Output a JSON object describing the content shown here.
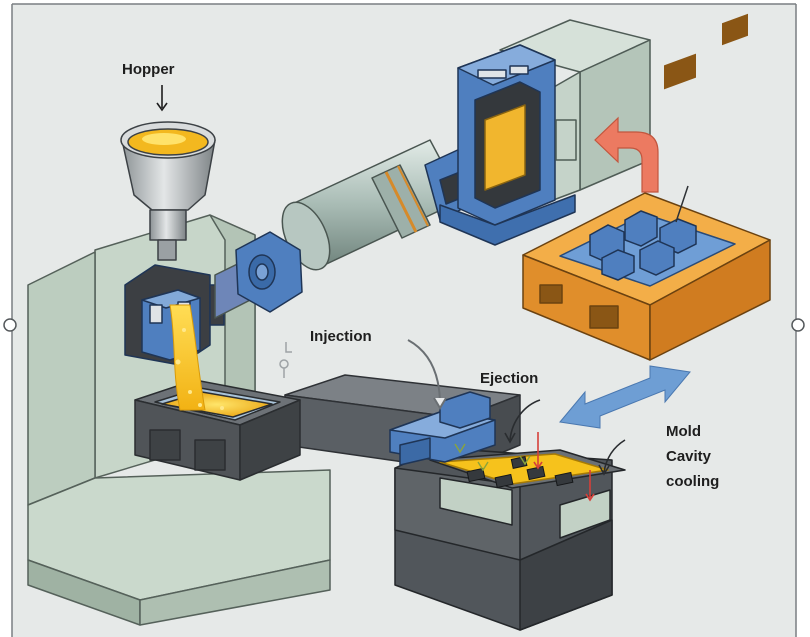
{
  "labels": {
    "hopper": "Hopper",
    "injection": "Injection",
    "ejection": "Ejection",
    "mold_line1": "Mold",
    "mold_line2": "Cavity",
    "mold_line3": "cooling"
  },
  "colors": {
    "background": "#e6e9e8",
    "frame_green": "#c7d6c9",
    "machine_dark": "#4e5257",
    "steel_blue": "#4f7fbf",
    "molten_yellow": "#f6c21c",
    "mold_orange": "#f0a23a",
    "arrow_red": "#ec7a61",
    "arrow_blue": "#6e9ed4"
  }
}
